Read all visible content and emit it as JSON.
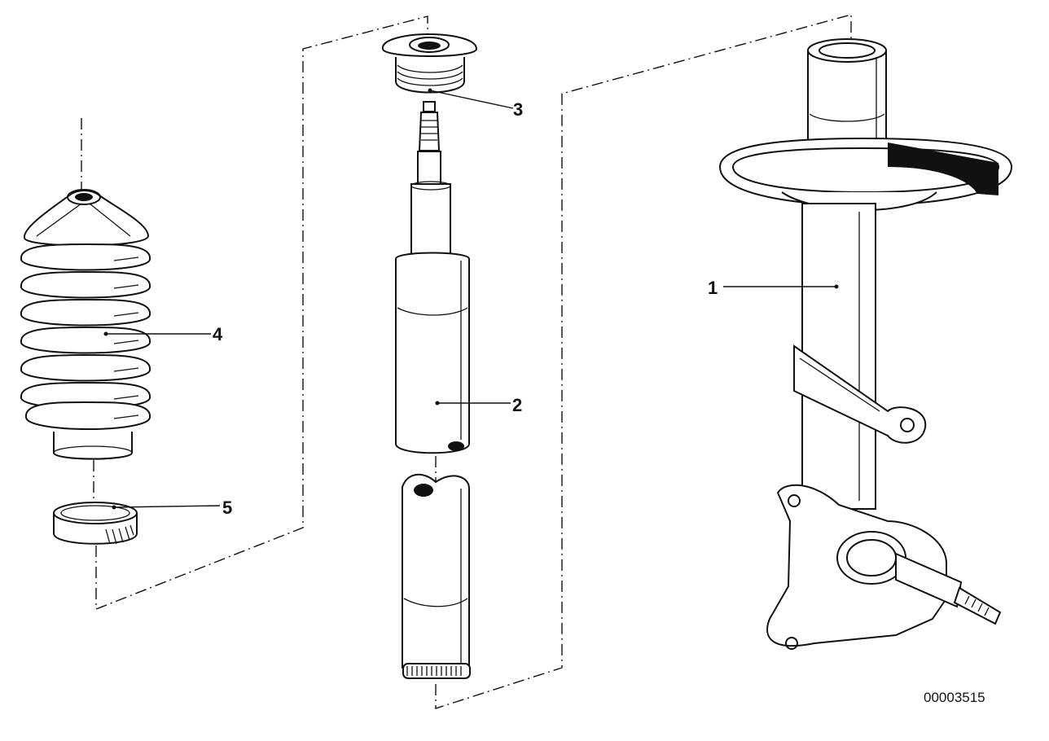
{
  "diagram": {
    "callouts": [
      {
        "id": "1",
        "label": "1"
      },
      {
        "id": "2",
        "label": "2"
      },
      {
        "id": "3",
        "label": "3"
      },
      {
        "id": "4",
        "label": "4"
      },
      {
        "id": "5",
        "label": "5"
      }
    ],
    "reference_number": "00003515"
  }
}
